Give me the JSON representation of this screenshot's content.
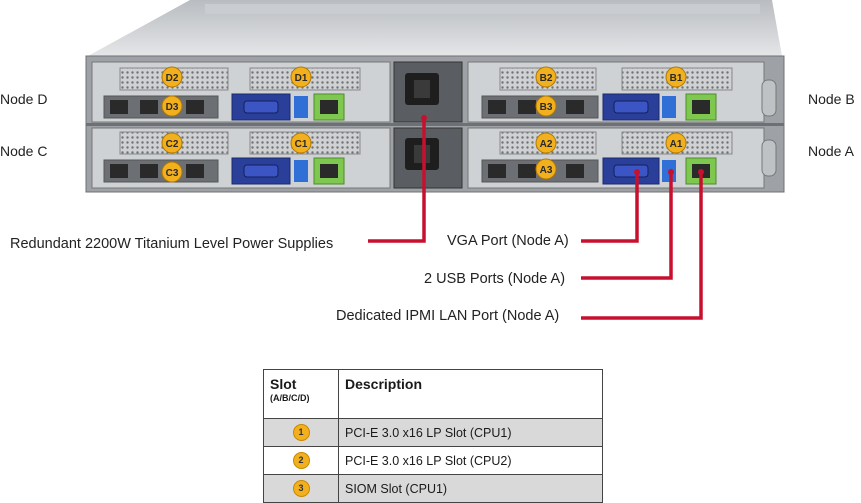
{
  "nodes": {
    "d": "Node D",
    "c": "Node C",
    "b": "Node B",
    "a": "Node A"
  },
  "slot_badges": {
    "d2": "D2",
    "d1": "D1",
    "d3": "D3",
    "c2": "C2",
    "c1": "C1",
    "c3": "C3",
    "b2": "B2",
    "b1": "B1",
    "b3": "B3",
    "a2": "A2",
    "a1": "A1",
    "a3": "A3"
  },
  "callouts": {
    "power_supplies": "Redundant  2200W Titanium  Level Power Supplies",
    "vga_port": "VGA Port (Node A)",
    "usb_ports": "2 USB Ports (Node A)",
    "ipmi_lan": "Dedicated IPMI  LAN Port (Node A)"
  },
  "table": {
    "header_slot": "Slot",
    "header_slot_sub": "(A/B/C/D)",
    "header_description": "Description",
    "rows": [
      {
        "badge": "1",
        "description": "PCI-E 3.0 x16 LP Slot (CPU1)"
      },
      {
        "badge": "2",
        "description": "PCI-E 3.0 x16 LP Slot (CPU2)"
      },
      {
        "badge": "3",
        "description": "SIOM Slot (CPU1)"
      }
    ]
  },
  "colors": {
    "callout_line": "#c8102e",
    "badge": "#f2b01e",
    "vga_port": "#2a3f9a",
    "usb_port": "#2f6fd6",
    "lan_port": "#7ec850"
  }
}
